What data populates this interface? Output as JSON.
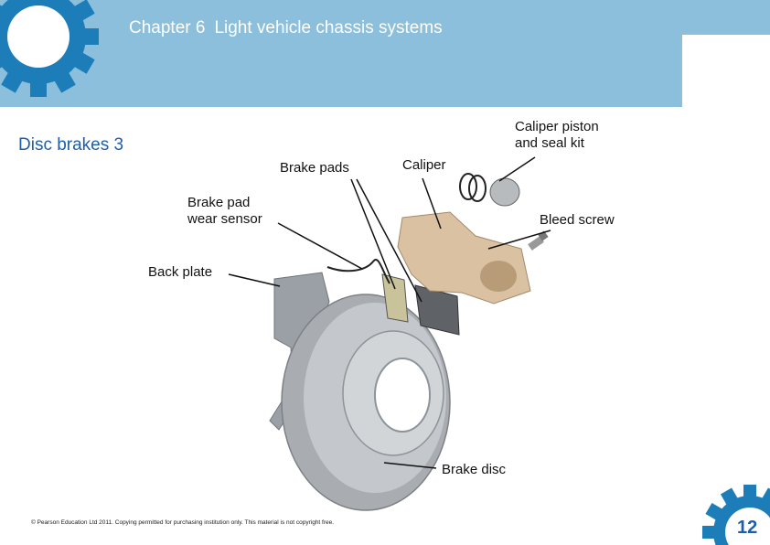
{
  "header": {
    "chapter_number": "Chapter 6",
    "chapter_title": "Light vehicle chassis systems"
  },
  "slide": {
    "subtitle": "Disc brakes 3",
    "page_number": "12"
  },
  "labels": {
    "caliper_piston": [
      "Caliper piston",
      "and seal kit"
    ],
    "caliper": "Caliper",
    "brake_pads": "Brake pads",
    "wear_sensor": [
      "Brake pad",
      "wear sensor"
    ],
    "bleed_screw": "Bleed screw",
    "back_plate": "Back plate",
    "brake_disc": "Brake disc"
  },
  "footer": {
    "copyright": "© Pearson Education Ltd 2011. Copying permitted for purchasing institution only. This material is not copyright free."
  },
  "colors": {
    "header_blue": "#8cbfdc",
    "gear_blue": "#1d7db8",
    "title_blue": "#1f5fa8",
    "caliper_tan": "#d9c1a2"
  }
}
